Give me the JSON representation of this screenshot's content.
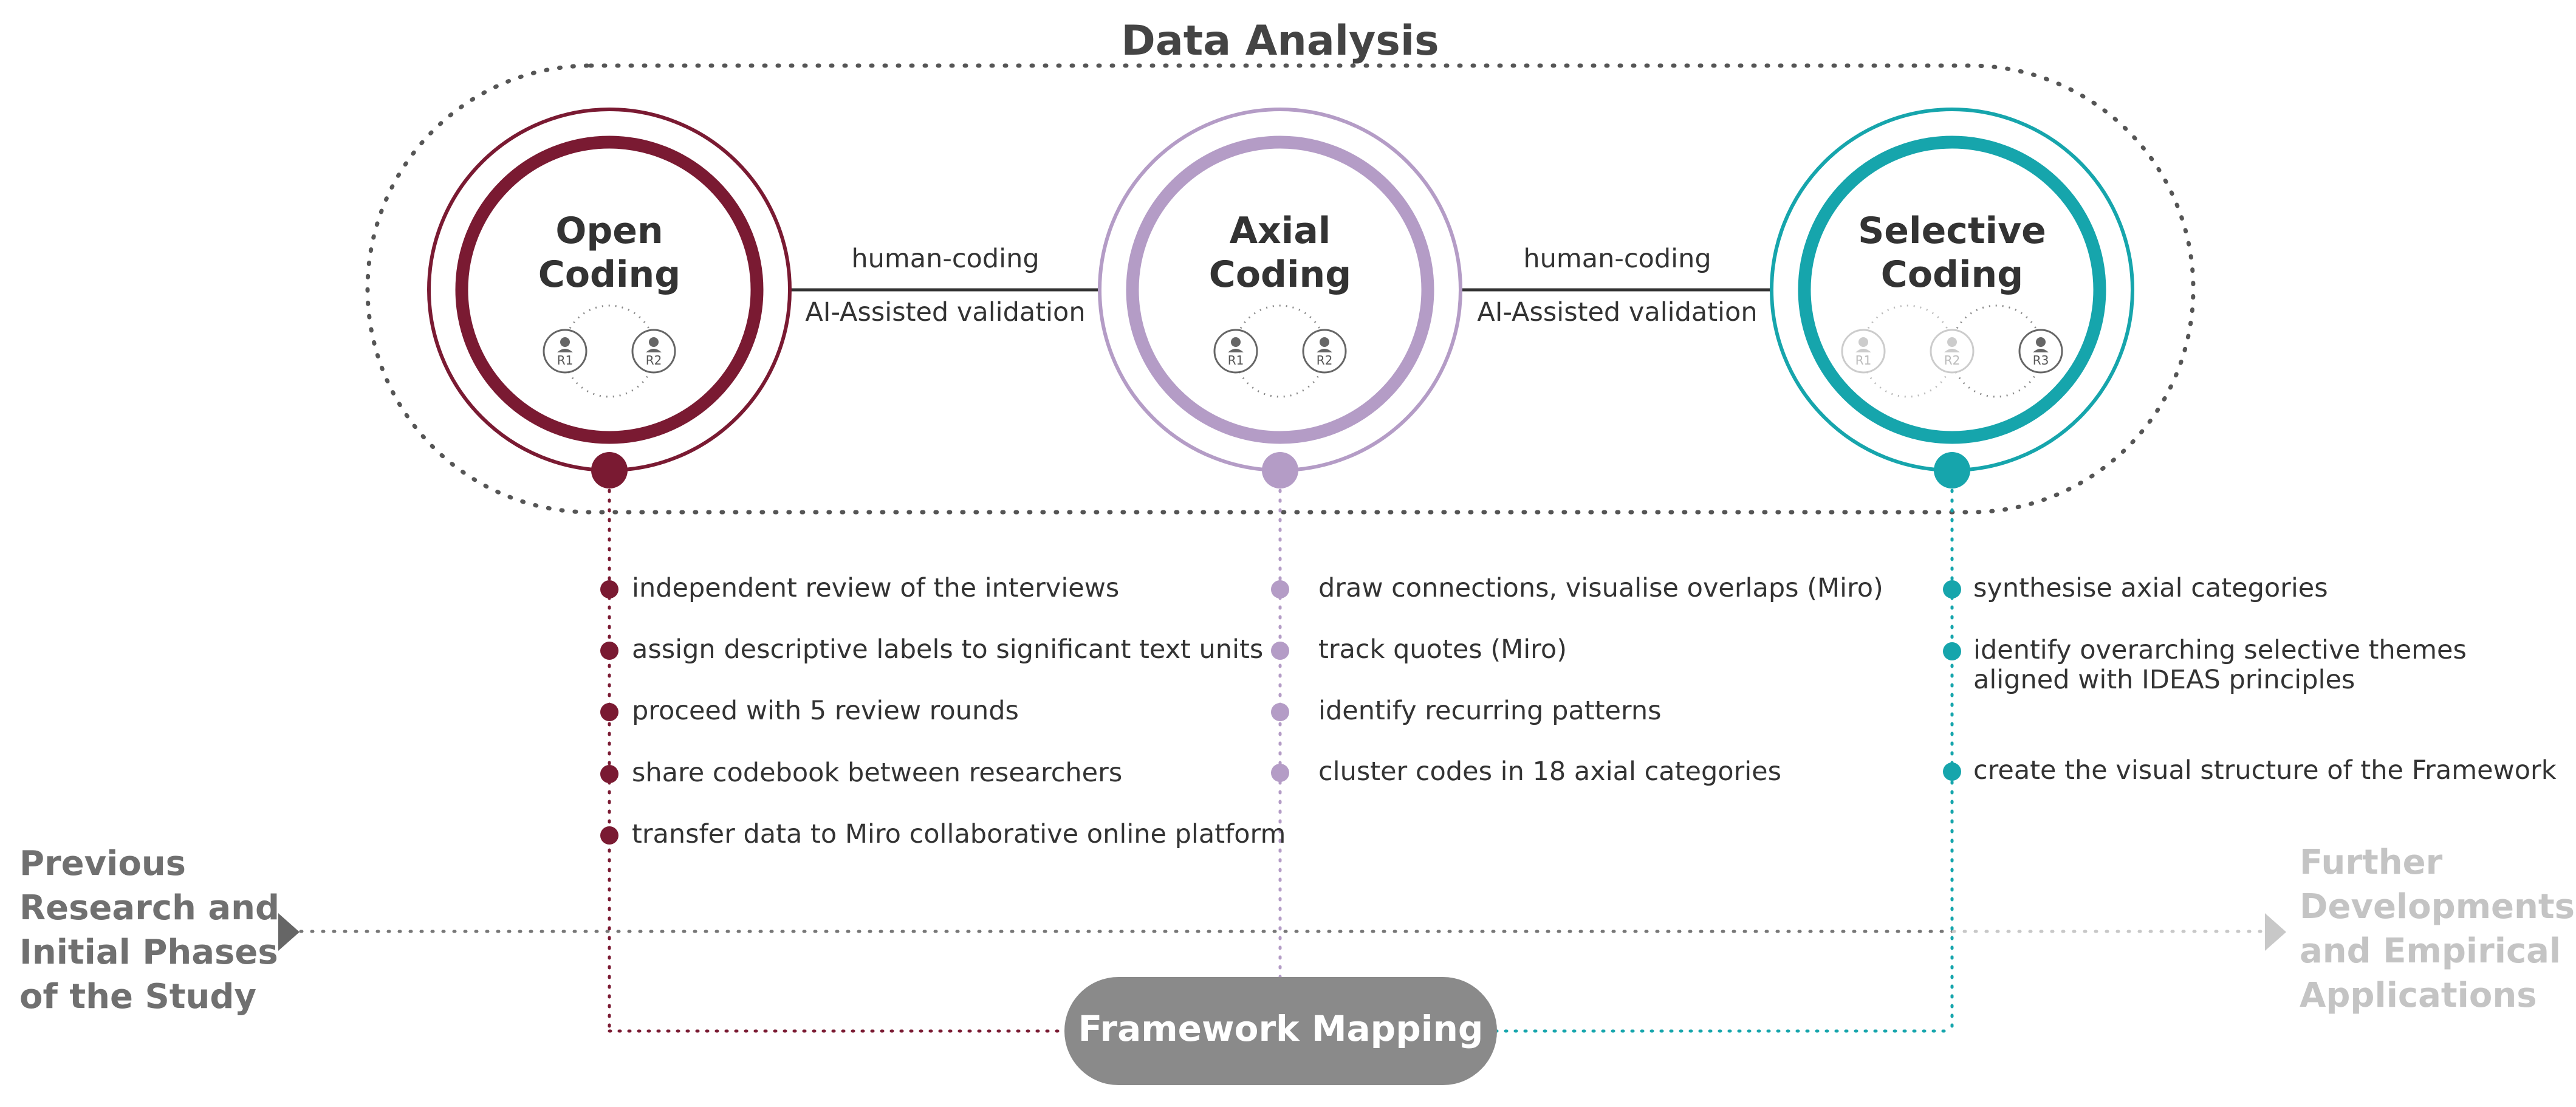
{
  "title": "Data Analysis",
  "colors": {
    "open": "#7a1a32",
    "axial": "#b49cc6",
    "selective": "#16a5ac",
    "dark_text": "#333333",
    "grey_text": "#707070",
    "light_text": "#c4c4c4",
    "pill": "#8a8a8a"
  },
  "phases": [
    {
      "title_line1": "Open",
      "title_line2": "Coding",
      "researchers": [
        "R1",
        "R2"
      ],
      "steps": [
        "independent review of the interviews",
        "assign descriptive labels to significant text units",
        "proceed with 5 review rounds",
        "share codebook between researchers",
        "transfer data to Miro collaborative online platform"
      ]
    },
    {
      "title_line1": "Axial",
      "title_line2": "Coding",
      "researchers": [
        "R1",
        "R2"
      ],
      "steps": [
        "draw connections, visualise overlaps (Miro)",
        "track quotes (Miro)",
        "identify recurring patterns",
        "cluster codes in 18 axial categories"
      ]
    },
    {
      "title_line1": "Selective",
      "title_line2": "Coding",
      "researchers": [
        "R1",
        "R2",
        "R3"
      ],
      "steps": [
        "synthesise axial categories",
        "identify overarching selective themes",
        "aligned with IDEAS principles",
        "create the visual structure of the Framework"
      ]
    }
  ],
  "connectors": [
    {
      "top": "human-coding",
      "bottom": "AI-Assisted validation"
    },
    {
      "top": "human-coding",
      "bottom": "AI-Assisted validation"
    }
  ],
  "left_label": [
    "Previous",
    "Research and",
    "Initial Phases",
    "of the Study"
  ],
  "right_label": [
    "Further",
    "Developments",
    "and Empirical",
    "Applications"
  ],
  "framework": "Framework Mapping",
  "icons": {
    "researcher": "person-icon",
    "arrow_left": "triangle-right-icon",
    "arrow_right": "triangle-right-icon"
  }
}
